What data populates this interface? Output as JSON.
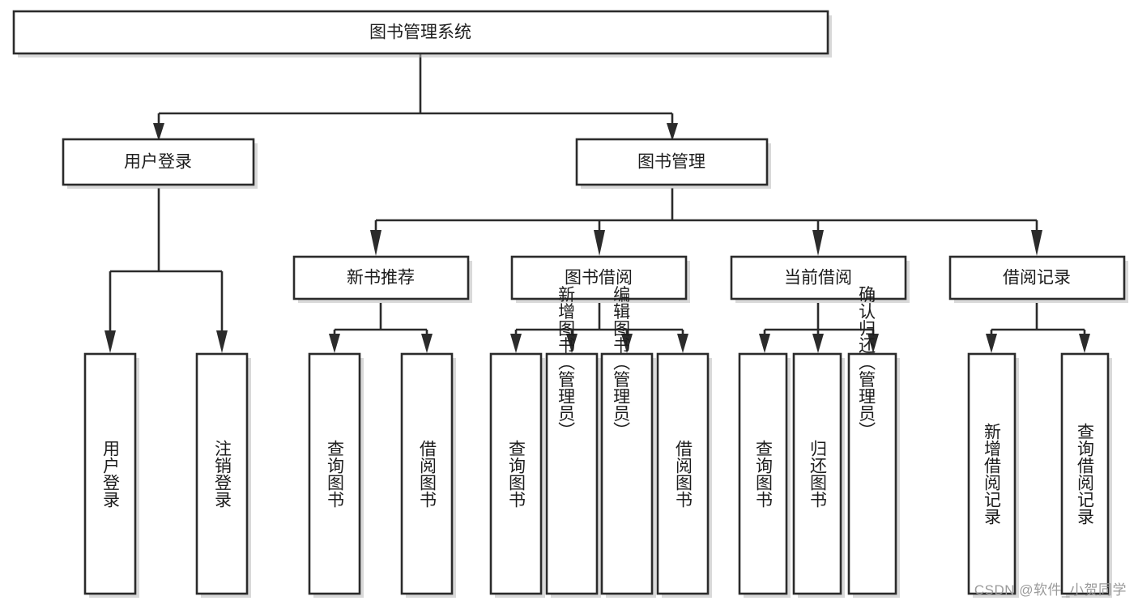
{
  "diagram": {
    "type": "tree-hierarchy-chart",
    "title": "图书管理系统",
    "watermark": "CSDN @软件_小贺同学",
    "colors": {
      "stroke": "#2b2b2b",
      "fill": "#ffffff",
      "text": "#1c1c1c",
      "shadow": "#b9b9b9",
      "watermark": "#9a9a9a"
    },
    "levels": {
      "root": {
        "label": "图书管理系统"
      },
      "level1": [
        {
          "id": "user-login",
          "label": "用户登录"
        },
        {
          "id": "book-manage",
          "label": "图书管理"
        }
      ],
      "level2": [
        {
          "id": "new-book-recommend",
          "label": "新书推荐",
          "parent": "book-manage"
        },
        {
          "id": "book-borrow",
          "label": "图书借阅",
          "parent": "book-manage"
        },
        {
          "id": "current-borrow",
          "label": "当前借阅",
          "parent": "book-manage"
        },
        {
          "id": "borrow-record",
          "label": "借阅记录",
          "parent": "book-manage"
        }
      ],
      "leaves": {
        "user-login": [
          {
            "id": "leaf-user-login",
            "label": "用户登录"
          },
          {
            "id": "leaf-user-logout",
            "label": "注销登录"
          }
        ],
        "new-book-recommend": [
          {
            "id": "leaf-query-book-1",
            "label": "查询图书"
          },
          {
            "id": "leaf-borrow-book-1",
            "label": "借阅图书"
          }
        ],
        "book-borrow": [
          {
            "id": "leaf-query-book-2",
            "label": "查询图书"
          },
          {
            "id": "leaf-add-book",
            "label": "新增图书（管理员）"
          },
          {
            "id": "leaf-edit-book",
            "label": "编辑图书（管理员）"
          },
          {
            "id": "leaf-borrow-book-2",
            "label": "借阅图书"
          }
        ],
        "current-borrow": [
          {
            "id": "leaf-query-book-3",
            "label": "查询图书"
          },
          {
            "id": "leaf-return-book",
            "label": "归还图书"
          },
          {
            "id": "leaf-confirm-return",
            "label": "确认归还（管理员）"
          }
        ],
        "borrow-record": [
          {
            "id": "leaf-add-record",
            "label": "新增借阅记录"
          },
          {
            "id": "leaf-query-record",
            "label": "查询借阅记录"
          }
        ]
      }
    }
  }
}
